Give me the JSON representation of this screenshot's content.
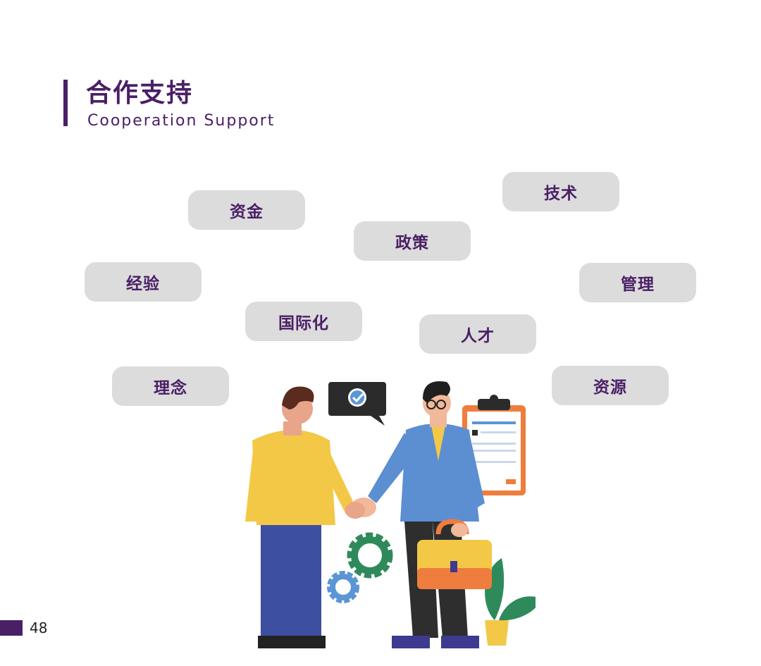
{
  "header": {
    "title_cn": "合作支持",
    "title_en": "Cooperation Support"
  },
  "keywords": [
    {
      "id": "funding",
      "label": "资金"
    },
    {
      "id": "technology",
      "label": "技术"
    },
    {
      "id": "policy",
      "label": "政策"
    },
    {
      "id": "experience",
      "label": "经验"
    },
    {
      "id": "management",
      "label": "管理"
    },
    {
      "id": "internationalization",
      "label": "国际化"
    },
    {
      "id": "talent",
      "label": "人才"
    },
    {
      "id": "philosophy",
      "label": "理念"
    },
    {
      "id": "resources",
      "label": "资源"
    }
  ],
  "footer": {
    "page_number": "48"
  },
  "colors": {
    "accent": "#4a1f66",
    "pill_bg": "#dcdcdc",
    "yellow_shirt": "#f3c846",
    "blue_pants": "#3d4fa1",
    "blue_suit": "#5b8fd1",
    "gear_green": "#2f8a5b",
    "gear_blue": "#5a95d6",
    "clipboard": "#ef7d3d"
  },
  "icons": [
    "checkmark-icon",
    "gear-icon",
    "clipboard-icon",
    "briefcase-icon",
    "plant-icon"
  ]
}
